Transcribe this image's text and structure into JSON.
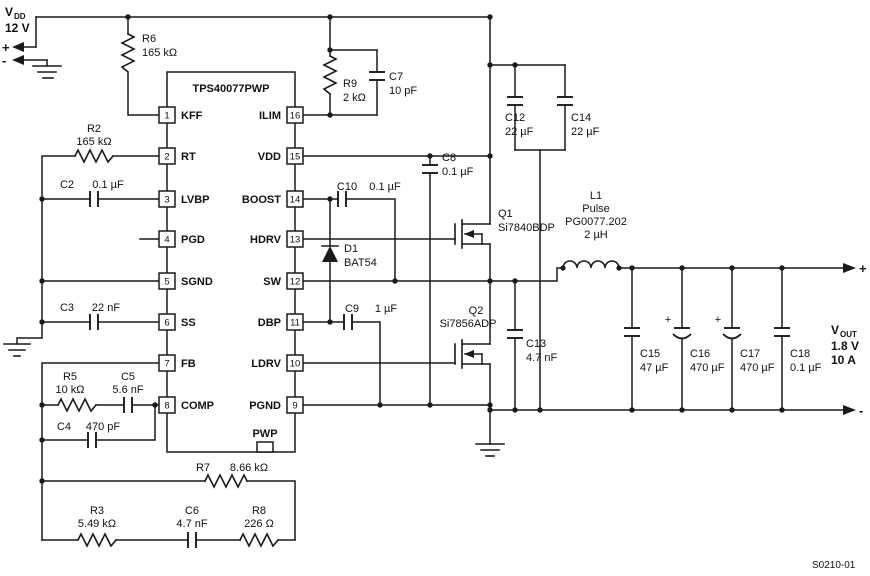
{
  "source": {
    "v": "V",
    "sub": "DD",
    "value": "12 V",
    "plus": "+",
    "minus": "-"
  },
  "output": {
    "v": "V",
    "sub": "OUT",
    "value": "1.8 V",
    "current": "10 A",
    "plus": "+",
    "minus": "-"
  },
  "ic": {
    "name": "TPS40077PWP",
    "pad": "PWP",
    "pins_left": [
      {
        "num": "1",
        "name": "KFF"
      },
      {
        "num": "2",
        "name": "RT"
      },
      {
        "num": "3",
        "name": "LVBP"
      },
      {
        "num": "4",
        "name": "PGD"
      },
      {
        "num": "5",
        "name": "SGND"
      },
      {
        "num": "6",
        "name": "SS"
      },
      {
        "num": "7",
        "name": "FB"
      },
      {
        "num": "8",
        "name": "COMP"
      }
    ],
    "pins_right": [
      {
        "num": "16",
        "name": "ILIM"
      },
      {
        "num": "15",
        "name": "VDD"
      },
      {
        "num": "14",
        "name": "BOOST"
      },
      {
        "num": "13",
        "name": "HDRV"
      },
      {
        "num": "12",
        "name": "SW"
      },
      {
        "num": "11",
        "name": "DBP"
      },
      {
        "num": "10",
        "name": "LDRV"
      },
      {
        "num": "9",
        "name": "PGND"
      }
    ]
  },
  "components": {
    "r6": {
      "ref": "R6",
      "val": "165 kΩ"
    },
    "r9": {
      "ref": "R9",
      "val": "2 kΩ"
    },
    "c7": {
      "ref": "C7",
      "val": "10 pF"
    },
    "r2": {
      "ref": "R2",
      "val": "165 kΩ"
    },
    "c2": {
      "ref": "C2",
      "val": "0.1 µF"
    },
    "c3": {
      "ref": "C3",
      "val": "22 nF"
    },
    "r5": {
      "ref": "R5",
      "val": "10 kΩ"
    },
    "c5": {
      "ref": "C5",
      "val": "5.6 nF"
    },
    "c4": {
      "ref": "C4",
      "val": "470 pF"
    },
    "c8": {
      "ref": "C8",
      "val": "0.1 µF"
    },
    "c10": {
      "ref": "C10",
      "val": "0.1 µF"
    },
    "d1": {
      "ref": "D1",
      "val": "BAT54"
    },
    "c9": {
      "ref": "C9",
      "val": "1 µF"
    },
    "q1": {
      "ref": "Q1",
      "val": "Si7840BDP"
    },
    "q2": {
      "ref": "Q2",
      "val": "Si7856ADP"
    },
    "c12": {
      "ref": "C12",
      "val": "22 µF"
    },
    "c14": {
      "ref": "C14",
      "val": "22 µF"
    },
    "l1": {
      "ref": "L1",
      "maker": "Pulse",
      "part": "PG0077.202",
      "val": "2 µH"
    },
    "c13": {
      "ref": "C13",
      "val": "4.7 nF"
    },
    "c15": {
      "ref": "C15",
      "val": "47 µF"
    },
    "c16": {
      "ref": "C16",
      "val": "470 µF",
      "plus": "+"
    },
    "c17": {
      "ref": "C17",
      "val": "470 µF",
      "plus": "+"
    },
    "c18": {
      "ref": "C18",
      "val": "0.1 µF"
    },
    "r7": {
      "ref": "R7",
      "val": "8.66 kΩ"
    },
    "r3": {
      "ref": "R3",
      "val": "5.49 kΩ"
    },
    "c6": {
      "ref": "C6",
      "val": "4.7 nF"
    },
    "r8": {
      "ref": "R8",
      "val": "226 Ω"
    }
  },
  "figure_id": "S0210-01"
}
